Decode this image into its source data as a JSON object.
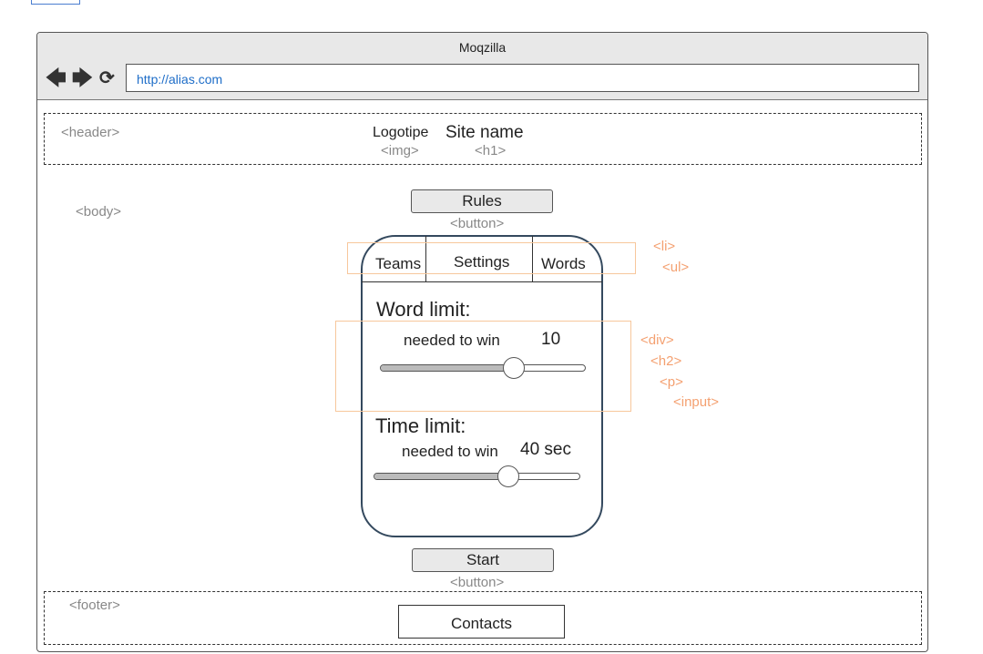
{
  "browser": {
    "title": "Moqzilla",
    "url": "http://alias.com"
  },
  "header": {
    "tag": "<header>",
    "logo": "Logotipe",
    "logo_tag": "<img>",
    "site_name": "Site name",
    "site_name_tag": "<h1>"
  },
  "body_tag": "<body>",
  "rules_button": {
    "label": "Rules",
    "tag": "<button>"
  },
  "tabs": {
    "items": [
      "Teams",
      "Settings",
      "Words"
    ],
    "li_tag": "<li>",
    "ul_tag": "<ul>"
  },
  "word_limit": {
    "heading": "Word limit:",
    "caption": "needed to win",
    "value": "10",
    "slider_fraction": 0.65
  },
  "time_limit": {
    "heading": "Time limit:",
    "caption": "needed to win",
    "value": "40 sec",
    "slider_fraction": 0.65
  },
  "annotations": {
    "div": "<div>",
    "h2": "<h2>",
    "p": "<p>",
    "input": "<input>"
  },
  "start_button": {
    "label": "Start",
    "tag": "<button>"
  },
  "footer": {
    "tag": "<footer>",
    "contacts": "Contacts"
  }
}
